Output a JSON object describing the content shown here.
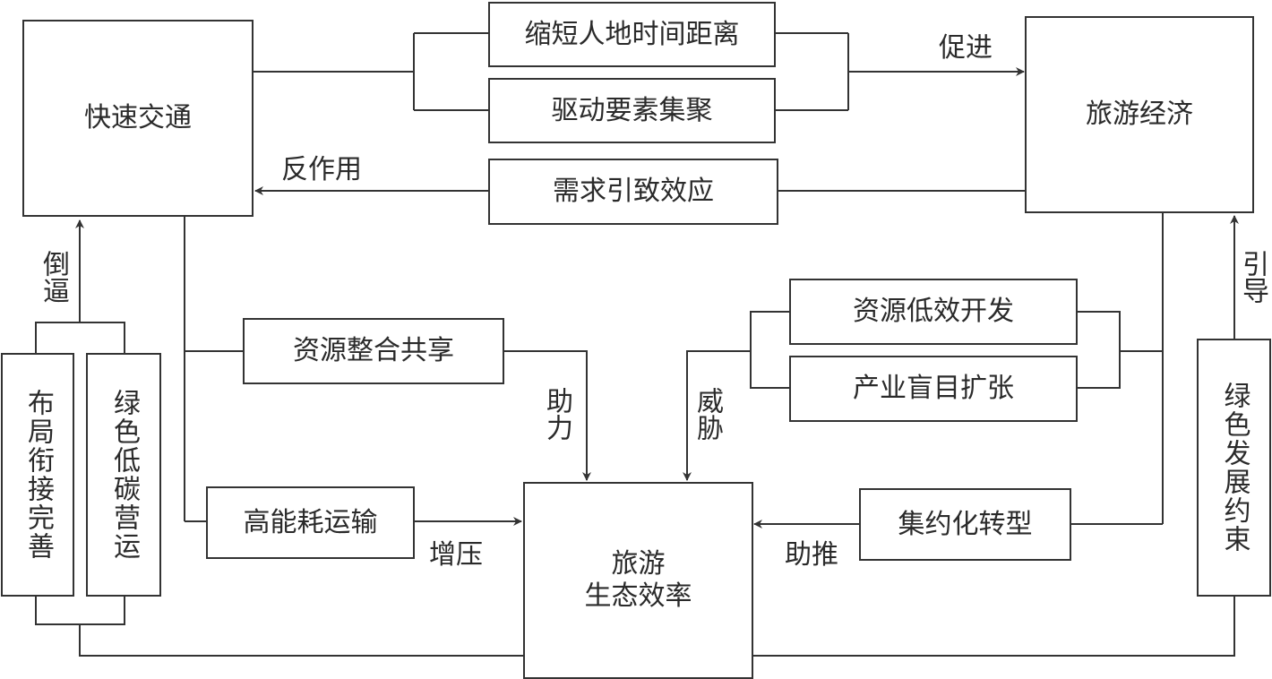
{
  "nodes": {
    "fast_transport": "快速交通",
    "tourism_economy": "旅游经济",
    "shorten_distance": "缩短人地时间距离",
    "drive_factor": "驱动要素集聚",
    "demand_effect": "需求引致效应",
    "resource_integration": "资源整合共享",
    "high_energy_transport": "高能耗运输",
    "tourism_eco_efficiency": "旅游\n生态效率",
    "resource_low_dev": "资源低效开发",
    "industry_blind_expansion": "产业盲目扩张",
    "intensive_transform": "集约化转型",
    "layout_connection": "布局衔接完善",
    "green_low_carbon": "绿色低碳营运",
    "green_constraint": "绿色发展约束"
  },
  "labels": {
    "promote": "促进",
    "feedback": "反作用",
    "force_back": "倒逼",
    "guide": "引导",
    "assist": "助力",
    "threat": "威胁",
    "add_pressure": "增压",
    "boost": "助推"
  }
}
